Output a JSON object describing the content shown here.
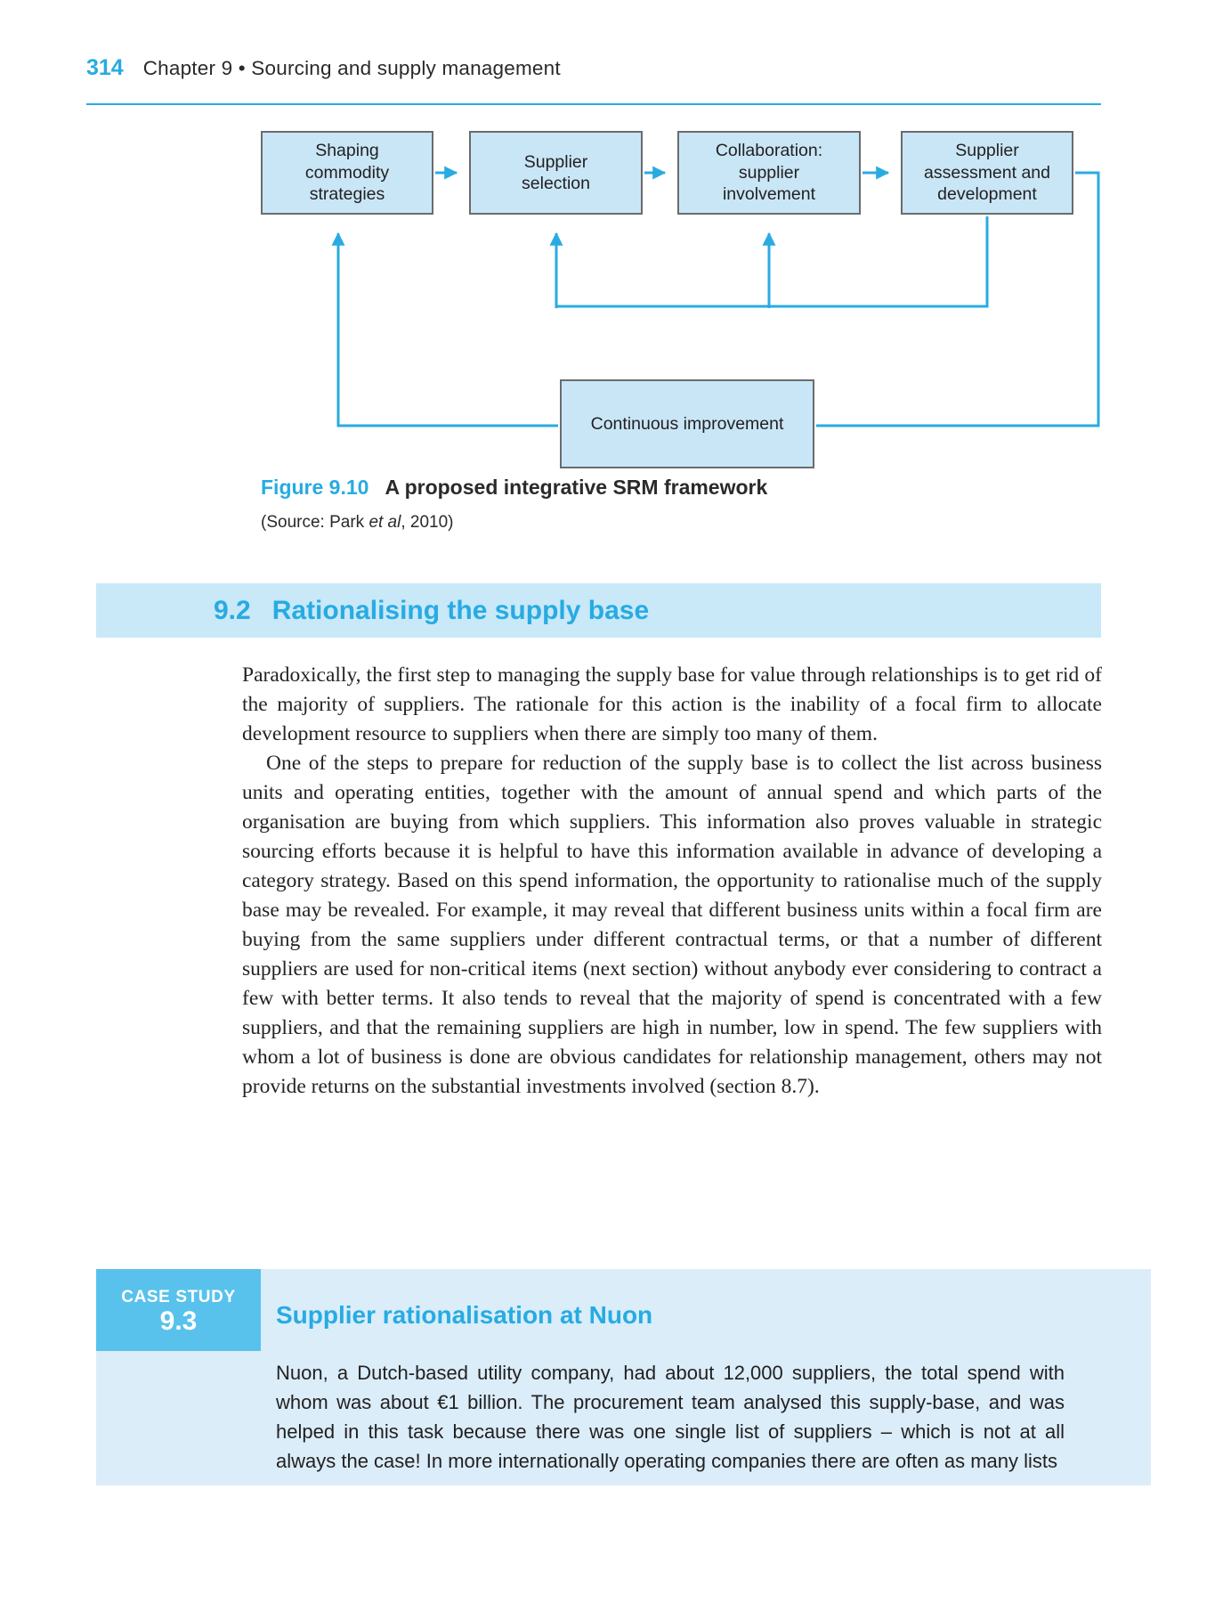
{
  "header": {
    "page_number": "314",
    "chapter_title": "Chapter 9 • Sourcing and supply management"
  },
  "diagram": {
    "boxes": [
      "Shaping commodity strategies",
      "Supplier selection",
      "Collaboration: supplier involvement",
      "Supplier assessment and development",
      "Continuous improvement"
    ],
    "arrow_color": "#29abe2",
    "box_fill": "#c8e6f6"
  },
  "figure": {
    "label": "Figure 9.10",
    "title": "A proposed integrative SRM framework",
    "source_prefix": "(Source: Park ",
    "source_italic": "et al",
    "source_suffix": ", 2010)"
  },
  "section": {
    "number": "9.2",
    "title": "Rationalising the supply base",
    "band_color": "#c9e8f8",
    "accent_color": "#27abe2",
    "paragraph_1": "Paradoxically, the first step to managing the supply base for value through relationships is to get rid of the majority of suppliers. The rationale for this action is the inability of a focal firm to allocate development resource to suppliers when there are simply too many of them.",
    "paragraph_2": "One of the steps to prepare for reduction of the supply base is to collect the list across business units and operating entities, together with the amount of annual spend and which parts of the organisation are buying from which suppliers. This information also proves valuable in strategic sourcing efforts because it is helpful to have this information available in advance of developing a category strategy. Based on this spend information, the opportunity to rationalise much of the supply base may be revealed. For example, it may reveal that different business units within a focal firm are buying from the same suppliers under different contractual terms, or that a number of different suppliers are used for non-critical items (next section) without anybody ever considering to contract a few with better terms. It also tends to reveal that the majority of spend is concentrated with a few suppliers, and that the remaining suppliers are high in number, low in spend. The few suppliers with whom a lot of business is done are obvious candidates for relationship management, others may not provide returns on the substantial investments involved (section 8.7)."
  },
  "case_study": {
    "tag": "CASE STUDY",
    "number": "9.3",
    "title": "Supplier rationalisation at Nuon",
    "body": "Nuon, a Dutch-based utility company, had about 12,000 suppliers, the total spend with whom was about €1 billion. The procurement team analysed this supply-base, and was helped in this task because there was one single list of suppliers – which is not at all always the case! In more internationally operating companies there are often as many lists",
    "tab_color": "#58c2ed",
    "box_color": "#daedf9"
  }
}
